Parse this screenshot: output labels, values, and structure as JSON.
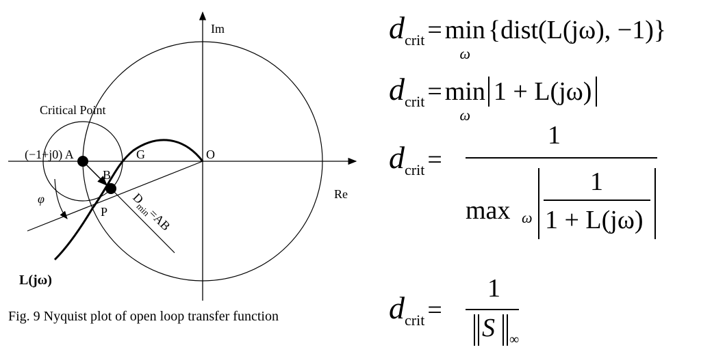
{
  "figure": {
    "axis_im": "Im",
    "axis_re": "Re",
    "critical_point": "Critical Point",
    "point_a": "(−1+j0) A",
    "point_g": "G",
    "point_o": "O",
    "point_b": "B",
    "point_p": "P",
    "phi": "φ",
    "dmin": "D",
    "dmin_sub": "min",
    "dmin_eq": "=AB",
    "curve_label": "L(jω)",
    "caption": "Fig. 9  Nyquist plot of open loop transfer function"
  },
  "equations": {
    "d": "d",
    "crit": "crit",
    "eq": "=",
    "min": "min",
    "max": "max",
    "omega": "ω",
    "one": "1",
    "eq1_body": "{dist(L(jω), −1)}",
    "eq2_body": "1 + L(jω)",
    "eq3_den": "1 + L(jω)",
    "eq4_den": "S",
    "inf": "∞"
  }
}
